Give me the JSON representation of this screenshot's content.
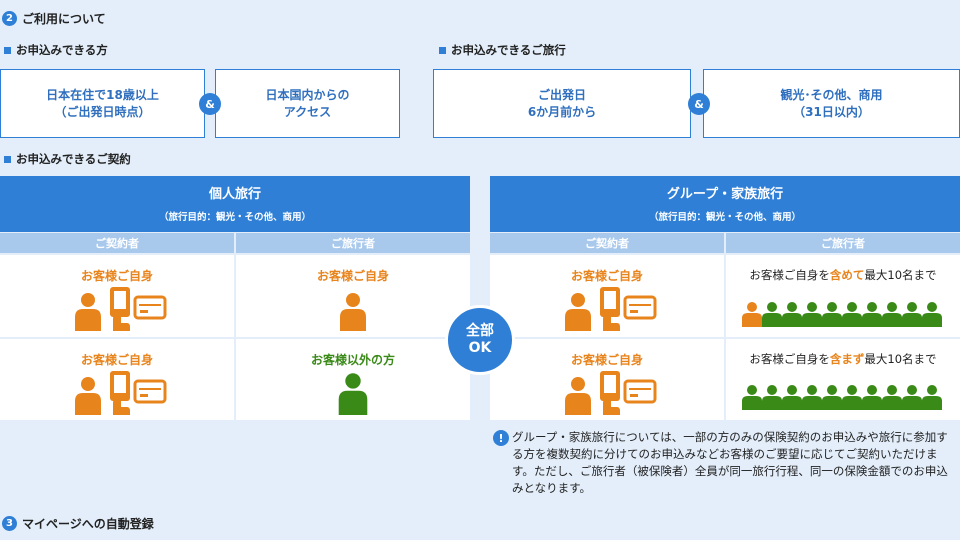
{
  "sections": {
    "s2": {
      "number": "2",
      "title": "ご利用について"
    },
    "s3": {
      "number": "3",
      "title": "マイページへの自動登録"
    }
  },
  "applicants": {
    "heading": "お申込みできる方",
    "box1": "日本在住で18歳以上\n（ご出発日時点）",
    "amp": "&",
    "box2": "日本国内からの\nアクセス"
  },
  "trips": {
    "heading": "お申込みできるご旅行",
    "box1": "ご出発日\n6か月前から",
    "amp": "&",
    "box2": "観光･その他、商用\n（31日以内）"
  },
  "contracts": {
    "heading": "お申込みできるご契約",
    "individual": {
      "title": "個人旅行",
      "subtitle": "（旅行目的：観光・その他、商用）",
      "col_contractor": "ご契約者",
      "col_traveler": "ご旅行者",
      "row1_contractor": "お客様ご自身",
      "row1_traveler": "お客様ご自身",
      "row2_contractor": "お客様ご自身",
      "row2_traveler": "お客様以外の方"
    },
    "group": {
      "title": "グループ・家族旅行",
      "subtitle": "（旅行目的：観光・その他、商用）",
      "col_contractor": "ご契約者",
      "col_traveler": "ご旅行者",
      "row1_contractor": "お客様ご自身",
      "row1_traveler_pre": "お客様ご自身を",
      "row1_traveler_hl": "含めて",
      "row1_traveler_post": "最大10名まで",
      "row2_contractor": "お客様ご自身",
      "row2_traveler_pre": "お客様ご自身を",
      "row2_traveler_hl": "含まず",
      "row2_traveler_post": "最大10名まで"
    },
    "ok_line1": "全部",
    "ok_line2": "OK"
  },
  "note": {
    "icon": "!",
    "text": "グループ・家族旅行については、一部の方のみの保険契約のお申込みや旅行に参加する方を複数契約に分けてのお申込みなどお客様のご要望に応じてご契約いただけます。ただし、ご旅行者（被保険者）全員が同一旅行行程、同一の保険金額でのお申込みとなります。"
  },
  "colors": {
    "accent": "#2f7fd6",
    "orange": "#e8841c",
    "green": "#3a8a18",
    "column_header": "#a9c9ec",
    "background": "#e3eefa"
  }
}
